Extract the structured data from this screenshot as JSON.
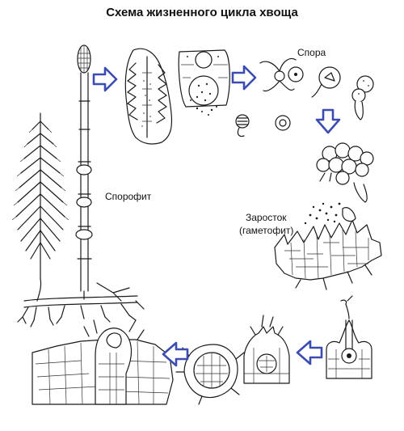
{
  "title": "Схема жизненного цикла хвоща",
  "labels": {
    "spore": "Спора",
    "sporophyte": "Спорофит",
    "gametophyte_line1": "Заросток",
    "gametophyte_line2": "(гаметофит)"
  },
  "colors": {
    "arrow": "#3c4cb0",
    "ink": "#1a1a1a",
    "background": "#ffffff"
  },
  "stages": [
    "sporophyte-plant",
    "strobilus-section",
    "sporangium-section",
    "spores-with-elaters",
    "germinating-spores",
    "gametophyte-prothallus",
    "archegonium-with-sperm",
    "zygote",
    "early-embryo-section",
    "young-sporophyte-in-gametophyte"
  ],
  "arrows": [
    "arrow-right",
    "arrow-right",
    "arrow-down",
    "arrow-left",
    "arrow-left"
  ]
}
